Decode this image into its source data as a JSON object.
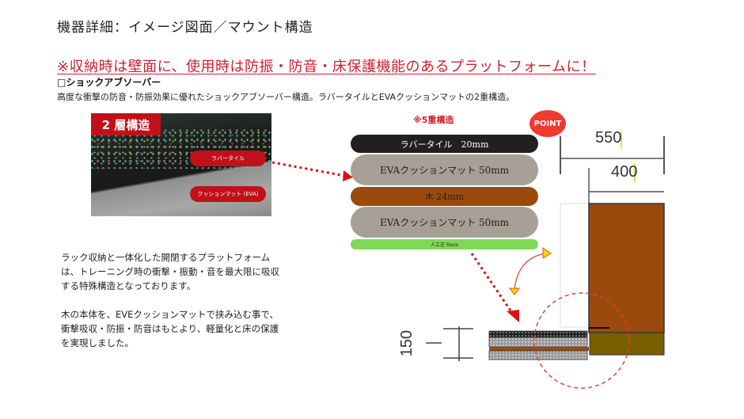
{
  "page": {
    "title": "機器詳細：イメージ図面／マウント構造",
    "headline": "※収納時は壁面に、使用時は防振・防音・床保護機能のあるプラットフォームに！",
    "subheading": "□ショックアブソーバー",
    "description": "高度な衝撃の防音・防振効果に優れたショックアブソーバー構造。ラバータイルとEVAクッションマットの2重構造。"
  },
  "photo": {
    "badge": "2 層構造",
    "labels": [
      "ラバータイル",
      "クッションマット (EVA)"
    ]
  },
  "layers": {
    "title": "※5重構造",
    "point_badge": "POINT",
    "items": [
      {
        "label": "ラバータイル　20mm",
        "color": "#231f20",
        "text_color": "#ffffff"
      },
      {
        "label": "EVAクッションマット 50mm",
        "color": "#a89f97",
        "text_color": "#222222"
      },
      {
        "label": "木 24mm",
        "color": "#9a4a0c",
        "text_color": "#222222"
      },
      {
        "label": "EVAクッションマット 50mm",
        "color": "#a89f97",
        "text_color": "#222222"
      },
      {
        "label": "人工芝 6mm",
        "color": "#7fd857",
        "text_color": "#222222"
      }
    ]
  },
  "body": {
    "paragraph1": [
      "ラック収納と一体化した開閉するプラットフォーム",
      "は、トレーニング時の衝撃・振動・音を最大限に吸収",
      "する特殊構造となっております。"
    ],
    "paragraph2": [
      "木の本体を、EVEクッションマットで挟み込む事で、",
      "衝撃吸収・防振・防音はもとより、軽量化と床の保護",
      "を実現しました。"
    ]
  },
  "drawing": {
    "dim_outer": "550",
    "dim_inner": "400",
    "dim_height": "150"
  },
  "colors": {
    "accent_red": "#d01f2e",
    "wood": "#9a4a0c",
    "base": "#7a5e00"
  }
}
